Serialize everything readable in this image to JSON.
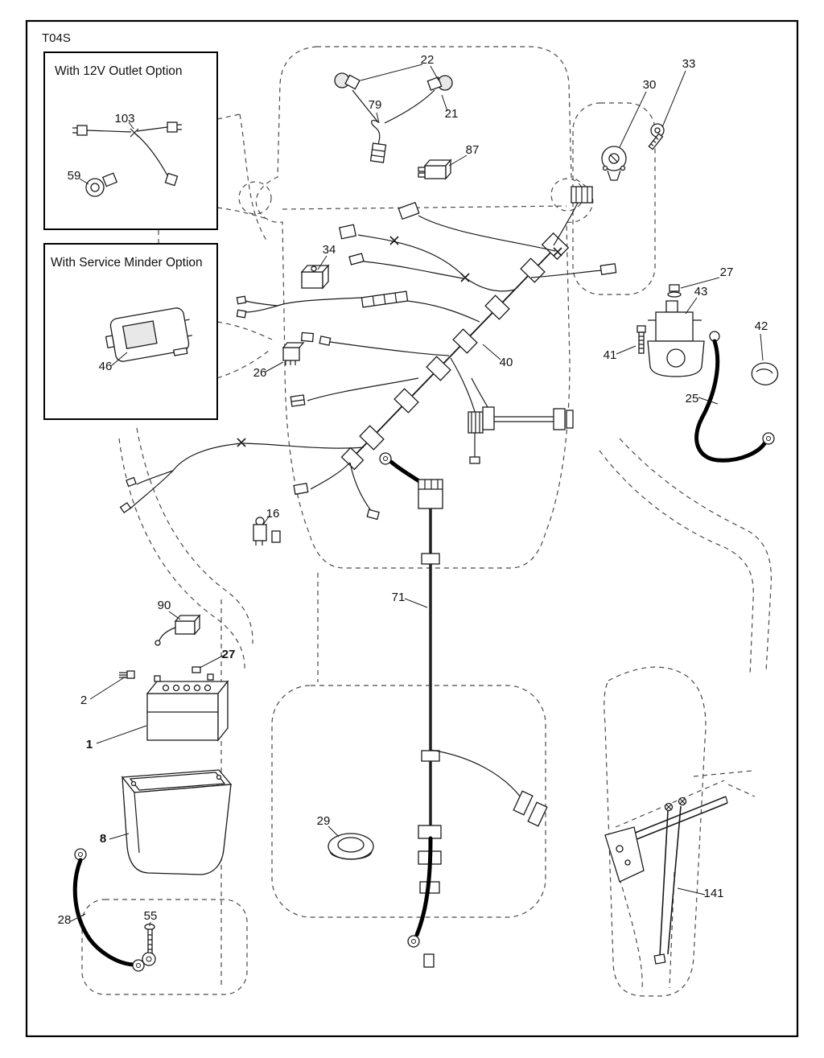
{
  "page": {
    "code": "T04S"
  },
  "boxes": {
    "outlet": {
      "title": "With 12V Outlet Option"
    },
    "service": {
      "title": "With Service Minder Option"
    }
  },
  "callouts": {
    "c103": {
      "label": "103"
    },
    "c59": {
      "label": "59"
    },
    "c46": {
      "label": "46"
    },
    "c22": {
      "label": "22"
    },
    "c79": {
      "label": "79"
    },
    "c21": {
      "label": "21"
    },
    "c87": {
      "label": "87"
    },
    "c30": {
      "label": "30"
    },
    "c33": {
      "label": "33"
    },
    "c34": {
      "label": "34"
    },
    "c27_top": {
      "label": "27"
    },
    "c43": {
      "label": "43"
    },
    "c41": {
      "label": "41"
    },
    "c42": {
      "label": "42"
    },
    "c25": {
      "label": "25"
    },
    "c40": {
      "label": "40"
    },
    "c26": {
      "label": "26"
    },
    "c16": {
      "label": "16"
    },
    "c90": {
      "label": "90"
    },
    "c71": {
      "label": "71"
    },
    "c2": {
      "label": "2"
    },
    "c27_battery": {
      "label": "27"
    },
    "c1": {
      "label": "1"
    },
    "c8": {
      "label": "8"
    },
    "c29": {
      "label": "29"
    },
    "c28": {
      "label": "28"
    },
    "c55": {
      "label": "55"
    },
    "c141": {
      "label": "141"
    }
  }
}
